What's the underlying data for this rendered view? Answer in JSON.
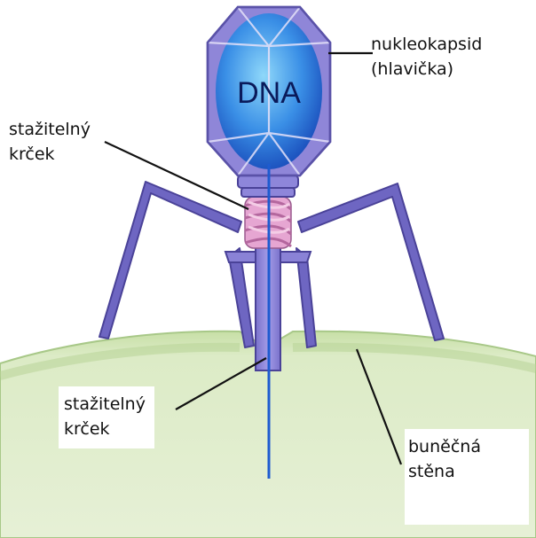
{
  "labels": {
    "dna": "DNA",
    "capsid": {
      "line1": "nukleokapsid",
      "line2": "(hlavička)"
    },
    "sheath_upper": {
      "line1": "stažitelný",
      "line2": "krček"
    },
    "sheath_lower": {
      "line1": "stažitelný",
      "line2": "krček"
    },
    "cell_wall": {
      "line1": "buněčná",
      "line2": "stěna"
    }
  },
  "colors": {
    "capsid_fill": "#8c84d8",
    "capsid_edge": "#5a52a8",
    "dna_blue": "#1f5fd6",
    "dna_light": "#6ec4f4",
    "collar_pink": "#e8a8d0",
    "leg_purple": "#5c54b0",
    "cell_fill": "#dcebc4",
    "cell_edge": "#9fc07c"
  }
}
